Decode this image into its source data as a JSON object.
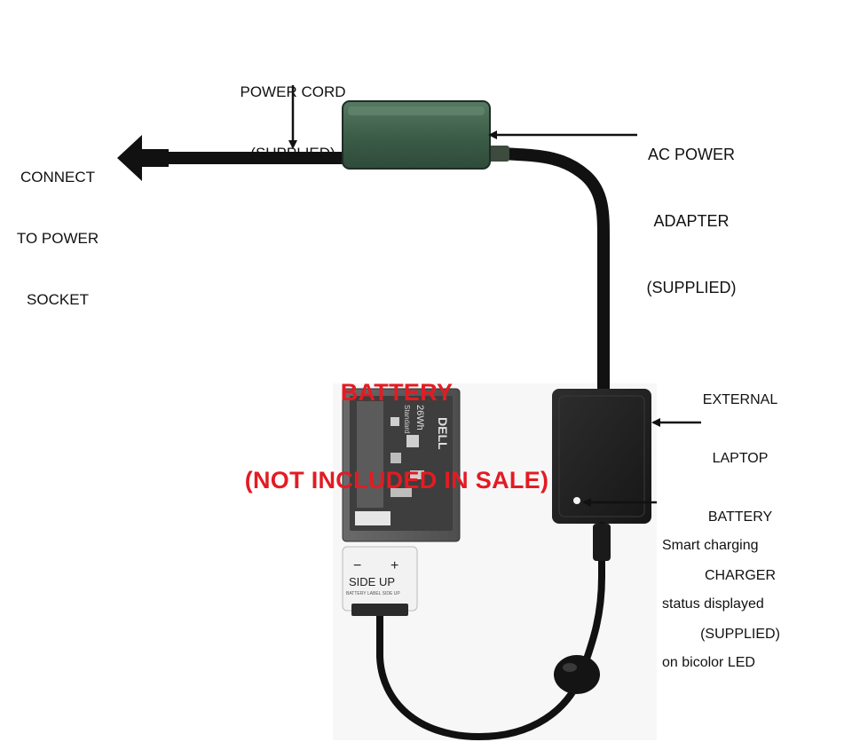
{
  "labels": {
    "power_cord": {
      "line1": "POWER CORD",
      "line2": "(SUPPLIED)"
    },
    "connect": {
      "line1": "CONNECT",
      "line2": "TO POWER",
      "line3": "SOCKET"
    },
    "ac_adapter": {
      "line1": "AC POWER",
      "line2": "ADAPTER",
      "line3": "(SUPPLIED)"
    },
    "charger": {
      "line1": "EXTERNAL",
      "line2": "LAPTOP",
      "line3": "BATTERY",
      "line4": "CHARGER",
      "line5": "(SUPPLIED)"
    },
    "led": {
      "line1": "Smart charging",
      "line2": "status displayed",
      "line3": "on bicolor LED"
    }
  },
  "battery_title": {
    "line1": "BATTERY",
    "line2": "(NOT INCLUDED IN SALE)"
  },
  "battery_label": {
    "brand": "DELL",
    "capacity": "26Wh",
    "standard": "Standard",
    "cover_minus": "−",
    "cover_plus": "+",
    "side_up": "SIDE UP",
    "side_up_sub": "BATTERY LABEL SIDE UP"
  },
  "colors": {
    "title_red": "#e31b23",
    "adapter_green": "#3d5e49",
    "cable_black": "#111111",
    "charger_black": "#222222",
    "battery_grey": "#5a5a5a",
    "led": "#f4f4f4"
  }
}
